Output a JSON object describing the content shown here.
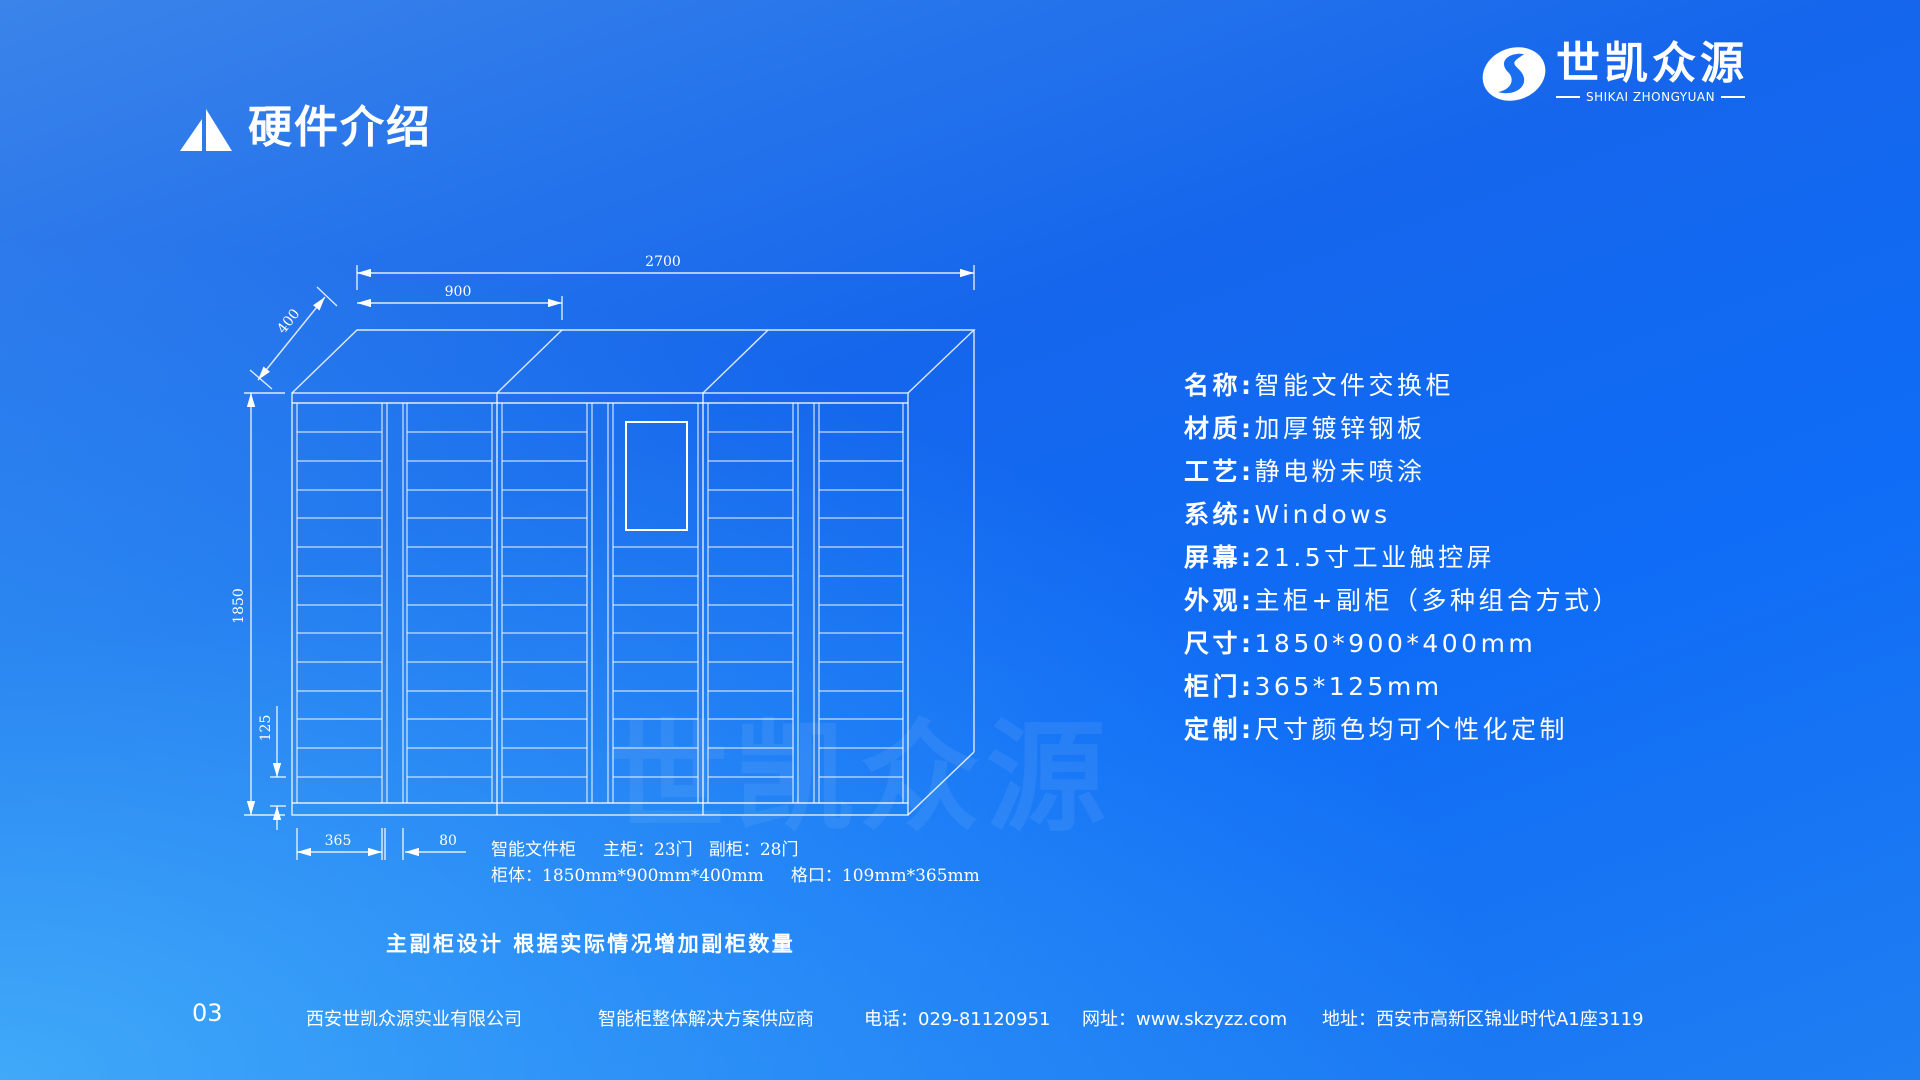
{
  "logo": {
    "cn": "世凯众源",
    "en": "SHIKAI ZHONGYUAN"
  },
  "header": {
    "title": "硬件介绍",
    "icon": "triangle-icon"
  },
  "drawing": {
    "dim_total_width": "2700",
    "dim_module_width": "900",
    "dim_depth": "400",
    "dim_height": "1850",
    "dim_door_height": "125",
    "dim_door_width": "365",
    "dim_pillar_width": "80",
    "note_line1": "智能文件柜     主柜：23门   副柜：28门",
    "note_line2": "柜体：1850mm*900mm*400mm     格口：109mm*365mm"
  },
  "specs": [
    {
      "key": "名称",
      "value": "智能文件交换柜"
    },
    {
      "key": "材质",
      "value": "加厚镀锌钢板"
    },
    {
      "key": "工艺",
      "value": "静电粉末喷涂"
    },
    {
      "key": "系统",
      "value": "Windows"
    },
    {
      "key": "屏幕",
      "value": "21.5寸工业触控屏"
    },
    {
      "key": "外观",
      "value": "主柜+副柜（多种组合方式）"
    },
    {
      "key": "尺寸",
      "value": "1850*900*400mm"
    },
    {
      "key": "柜门",
      "value": "365*125mm"
    },
    {
      "key": "定制",
      "value": "尺寸颜色均可个性化定制"
    }
  ],
  "caption": "主副柜设计 根据实际情况增加副柜数量",
  "watermark": "世凯众源",
  "footer": {
    "page_number": "03",
    "company": "西安世凯众源实业有限公司",
    "slogan": "智能柜整体解决方案供应商",
    "phone": "电话：029-81120951",
    "website": "网址：www.skzyzz.com",
    "address": "地址：西安市高新区锦业时代A1座3119"
  },
  "colors": {
    "bg_top_left": "#3580e8",
    "bg_mid": "#1565ec",
    "bg_top_right": "#0f6ef8",
    "bg_bottom_left": "#45a8f0",
    "line": "#ffffff"
  }
}
